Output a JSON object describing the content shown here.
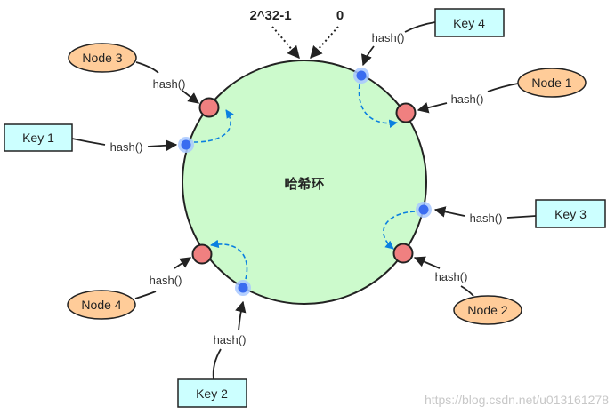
{
  "ring_label": "哈希环",
  "top_labels": {
    "max": "2^32-1",
    "zero": "0"
  },
  "hash_label": "hash()",
  "nodes": [
    {
      "id": "node-3",
      "label": "Node 3"
    },
    {
      "id": "node-1",
      "label": "Node 1"
    },
    {
      "id": "node-4",
      "label": "Node 4"
    },
    {
      "id": "node-2",
      "label": "Node 2"
    }
  ],
  "keys": [
    {
      "id": "key-1",
      "label": "Key 1"
    },
    {
      "id": "key-4",
      "label": "Key 4"
    },
    {
      "id": "key-3",
      "label": "Key 3"
    },
    {
      "id": "key-2",
      "label": "Key 2"
    }
  ],
  "watermark": "https://blog.csdn.net/u013161278",
  "colors": {
    "ring_fill": "#ccfacc",
    "node_fill": "#ffcc99",
    "key_fill": "#ccffff",
    "node_point": "#f08080",
    "key_point": "#3a86ff",
    "dashed_arrow": "#0a7fe0"
  }
}
